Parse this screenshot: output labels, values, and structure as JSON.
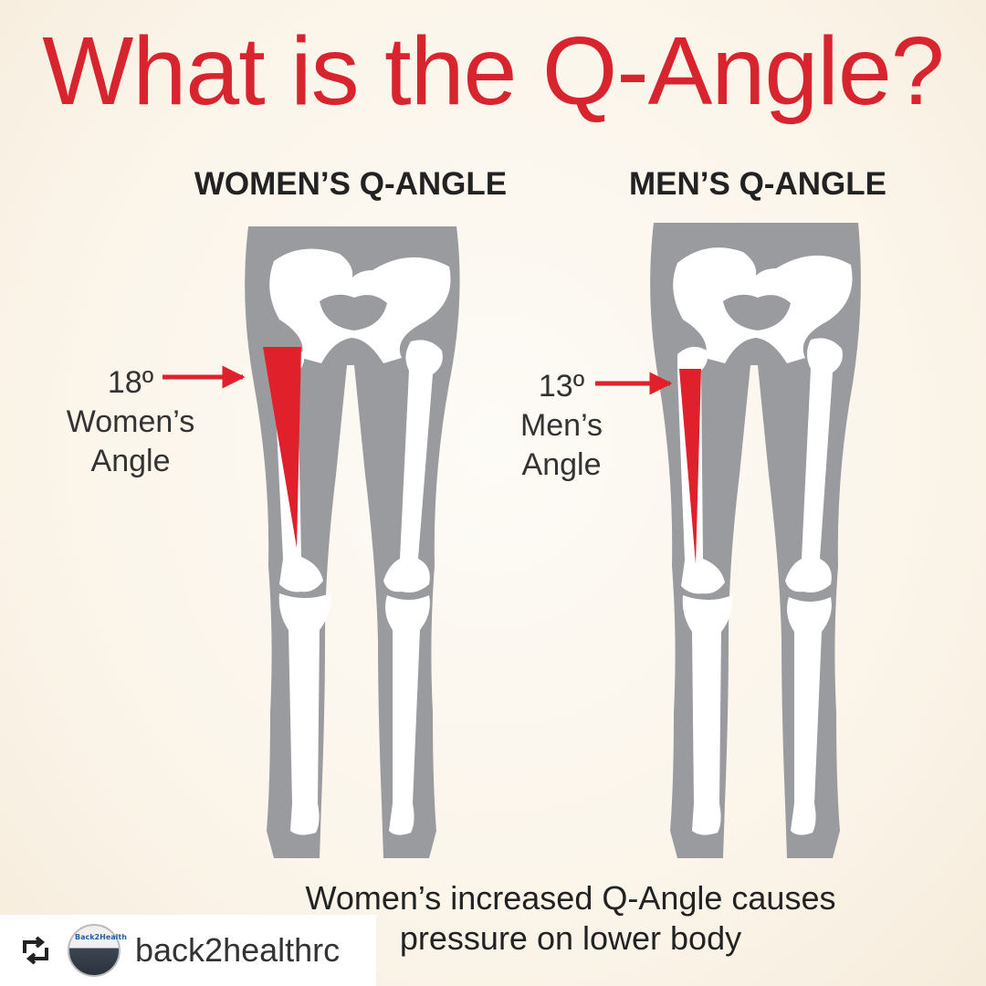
{
  "title": "What is the Q-Angle?",
  "women": {
    "heading": "WOMEN’S Q-ANGLE",
    "angle_value": "18º",
    "angle_line1": "Women’s",
    "angle_line2": "Angle"
  },
  "men": {
    "heading": "MEN’S Q-ANGLE",
    "angle_value": "13º",
    "angle_line1": "Men’s",
    "angle_line2": "Angle"
  },
  "caption": {
    "line1": "Women’s increased Q-Angle causes",
    "line2": "pressure on lower body"
  },
  "repost": {
    "username": "back2healthrc",
    "icon": "repost-icon",
    "avatar_text": "Back2Health"
  },
  "colors": {
    "title": "#d8242e",
    "accent": "#e0202a",
    "silhouette": "#9a9b9e",
    "bone": "#ffffff"
  }
}
